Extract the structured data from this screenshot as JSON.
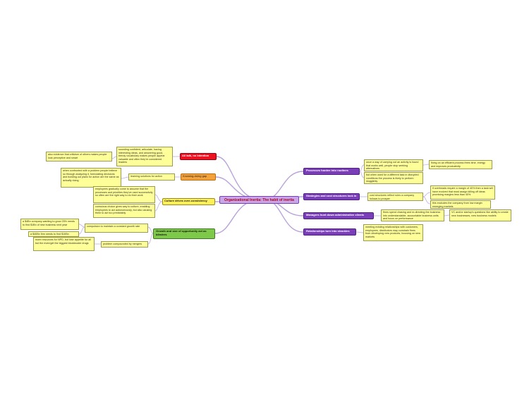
{
  "central": "Organizational Inertia: The habit of inertia",
  "right_branches": {
    "processes": "Processes harden into routines",
    "strategies": "Strategies and cost structures lock in",
    "managers": "Managers hunt down administrative clients",
    "relationships": "Relationships turn into shackles"
  },
  "right_notes": {
    "routine_desc": "once a way of carrying out an activity is found that works well, people stop seeking alternatives",
    "routine_efficiency": "fixing on an efficient process frees time, energy and improves productivity",
    "routine_changed": "but when used for a different task in disrupted conditions the process is likely to perform sluggishly",
    "cost_structures": "cost structures reflect rules a company follows to prosper",
    "margin": "if overheads require a margin of 40% then a task will have evolved that must assign killing off ideas promising margins less than 40%",
    "excludes": "this excludes the company from low margin emerging markets",
    "firm_spend": "firms spend chasing and re-directing the business into understandable, accountable business units and focus on performance",
    "questions": "VC and/or startup's questions like ability to create new businesses, new business models",
    "relationships_note": "meeting existing relationships with customers, employees, distributors may constrain firms from developing new products, focusing on new markets"
  },
  "left_branches": {
    "all_talk": "All talk, no intention",
    "knowing_doing": "Knowing-doing gap",
    "culture": "Culture drives over-consistency",
    "growth": "Growth and size of opportunity act as blinders"
  },
  "left_notes": {
    "sounding_confident": "sounding confident, articulate, having interesting ideas, and answering good, trendy vocabulary makes people appear valuable and often they're considered leaders",
    "criticism": "also evidence that criticism of others makes people look perceptive and smart",
    "learning_solutions": "learning solutions for action",
    "confronted": "when confronted with a problem people believe so through analyzing it, formulating decisions and building out plans for action are the same as actually doing",
    "employees": "employees gradually come to assume that the processes and priorities they've used successfully so often are the right way to do their work",
    "conscious": "conscious choice gives way to culture, enabling employees to act autonomously, but also causing them to act too predictably",
    "compulsion": "compulsion to maintain a constant growth rate",
    "four_b": "a $4Bn company wanting to grow 25% needs to find $1Bn of new business next year",
    "forty_b": "a $40Bn firm needs to find $10Bn",
    "problem_merger": "problem compounded by mergers",
    "more_resources": "more resources for NPD, but lose appetite for all but the even/get the biggest blockbuster drugs"
  }
}
